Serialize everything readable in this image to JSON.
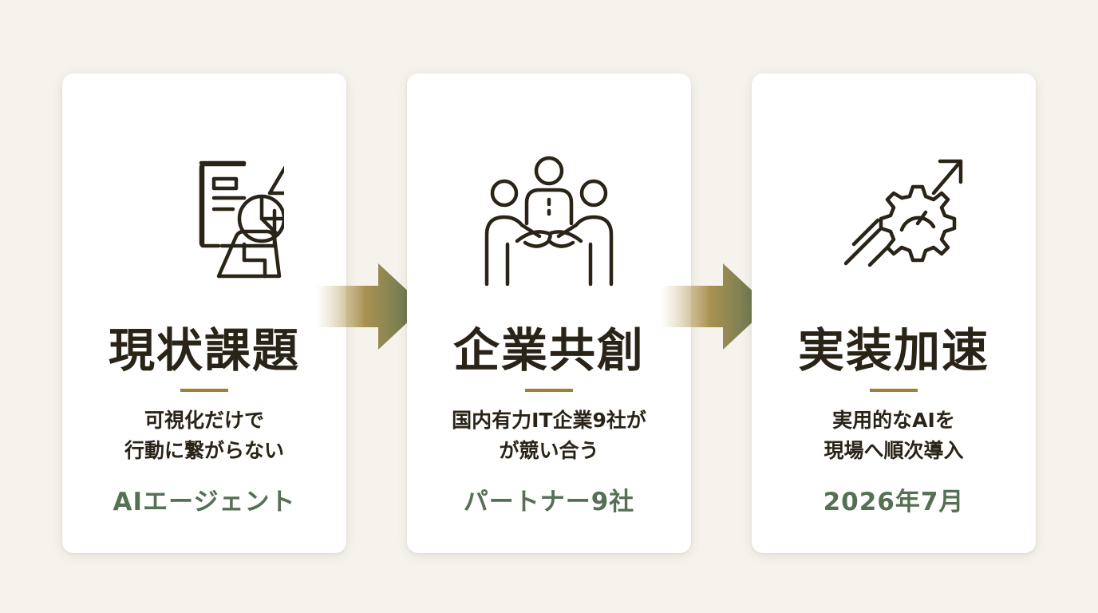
{
  "cards": [
    {
      "title": "現状課題",
      "desc_line1": "可視化だけで",
      "desc_line2": "行動に繋がらない",
      "tag": "AIエージェント",
      "icon": "dashboard-warning-icon"
    },
    {
      "title": "企業共創",
      "desc_line1": "国内有力IT企業9社が",
      "desc_line2": "が競い合う",
      "tag": "パートナー9社",
      "icon": "team-collaboration-icon"
    },
    {
      "title": "実装加速",
      "desc_line1": "実用的なAIを",
      "desc_line2": "現場へ順次導入",
      "tag": "2026年7月",
      "icon": "gear-growth-arrow-icon"
    }
  ],
  "colors": {
    "background": "#f6f3ed",
    "card": "#ffffff",
    "text": "#2a2318",
    "accent_gold": "#9b8036",
    "accent_green": "#557055"
  }
}
